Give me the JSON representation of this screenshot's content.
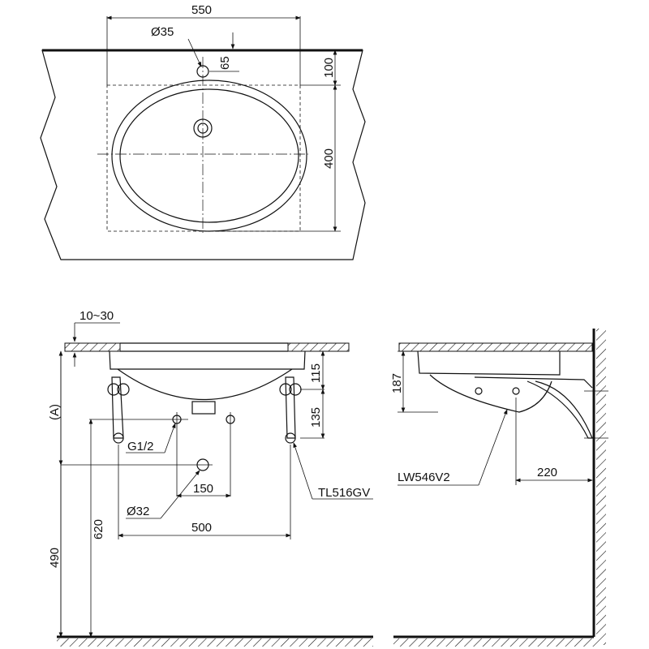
{
  "top_view": {
    "width_label": "550",
    "hole_label": "Ø35",
    "hole_offset_label": "65",
    "edge_offset_label": "100",
    "depth_label": "400"
  },
  "front_view": {
    "counter_thickness_label": "10~30",
    "height_a_label": "(A)",
    "dim_115": "115",
    "dim_135": "135",
    "supply_label": "G1/2",
    "trap_label": "TL516GV",
    "dim_150": "150",
    "drain_label": "Ø32",
    "dim_500": "500",
    "dim_620": "620",
    "dim_490": "490"
  },
  "side_view": {
    "dim_187": "187",
    "bracket_label": "LW546V2",
    "dim_220": "220"
  }
}
